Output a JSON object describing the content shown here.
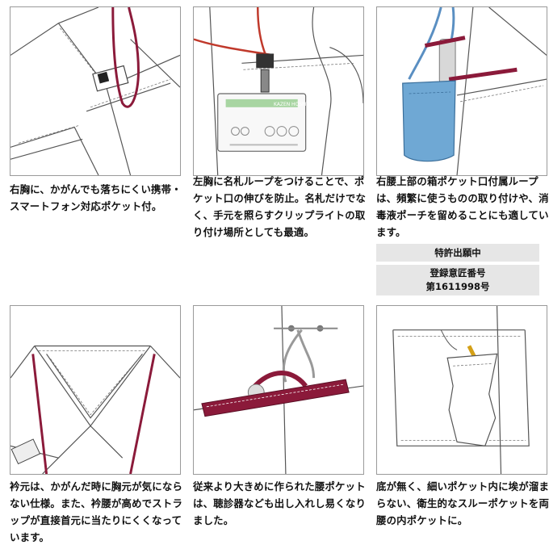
{
  "captions": [
    "右胸に、かがんでも落ちにくい携帯・スマートフォン対応ポケット付。",
    "左胸に名札ループをつけることで、ポケット口の伸びを防止。名札だけでなく、手元を照らすクリップライトの取り付け場所としても最適。",
    "右腰上部の箱ポケット口付属ループは、頻繁に使うものの取り付けや、消毒液ポーチを留めることにも適しています。",
    "衿元は、かがんだ時に胸元が気にならない仕様。また、衿腰が高めでストラップが直接首元に当たりにくくなっています。",
    "従来より大きめに作られた腰ポケットは、聴診器なども出し入れし易くなりました。",
    "底が無く、細いポケット内に埃が溜まらない、衛生的なスルーポケットを両腰の内ポケットに。"
  ],
  "badges": {
    "patent": "特許出願中",
    "design_line1": "登録意匠番号",
    "design_line2": "第1611998号"
  },
  "name_tag": {
    "header": "KAZEN HOSPITAL"
  },
  "colors": {
    "strap": "#8b1a3a",
    "line": "#555555",
    "pouch": "#6fa8d4",
    "tag_green": "#a8d5a2"
  }
}
